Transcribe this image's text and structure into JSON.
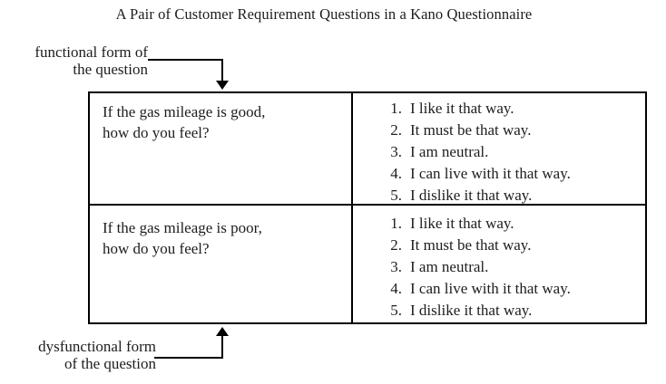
{
  "title": "A Pair of Customer Requirement Questions in a Kano Questionnaire",
  "annotations": {
    "functional": {
      "line1": "functional form of",
      "line2": "the question"
    },
    "dysfunctional": {
      "line1": "dysfunctional form",
      "line2": "of the question"
    }
  },
  "table": {
    "rows": [
      {
        "question": {
          "line1": "If the gas mileage is good,",
          "line2": "how do you feel?"
        },
        "options": [
          {
            "num": "1.",
            "text": "I like it that way."
          },
          {
            "num": "2.",
            "text": "It must be that way."
          },
          {
            "num": "3.",
            "text": "I am neutral."
          },
          {
            "num": "4.",
            "text": "I can live with it that way."
          },
          {
            "num": "5.",
            "text": "I dislike it that way."
          }
        ]
      },
      {
        "question": {
          "line1": "If the gas mileage is poor,",
          "line2": "how do you feel?"
        },
        "options": [
          {
            "num": "1.",
            "text": "I like it that way."
          },
          {
            "num": "2.",
            "text": "It must be that way."
          },
          {
            "num": "3.",
            "text": "I am neutral."
          },
          {
            "num": "4.",
            "text": "I can live with it that way."
          },
          {
            "num": "5.",
            "text": "I dislike it that way."
          }
        ]
      }
    ]
  },
  "colors": {
    "text": "#1d1d1d",
    "line": "#000000",
    "background": "#ffffff"
  }
}
